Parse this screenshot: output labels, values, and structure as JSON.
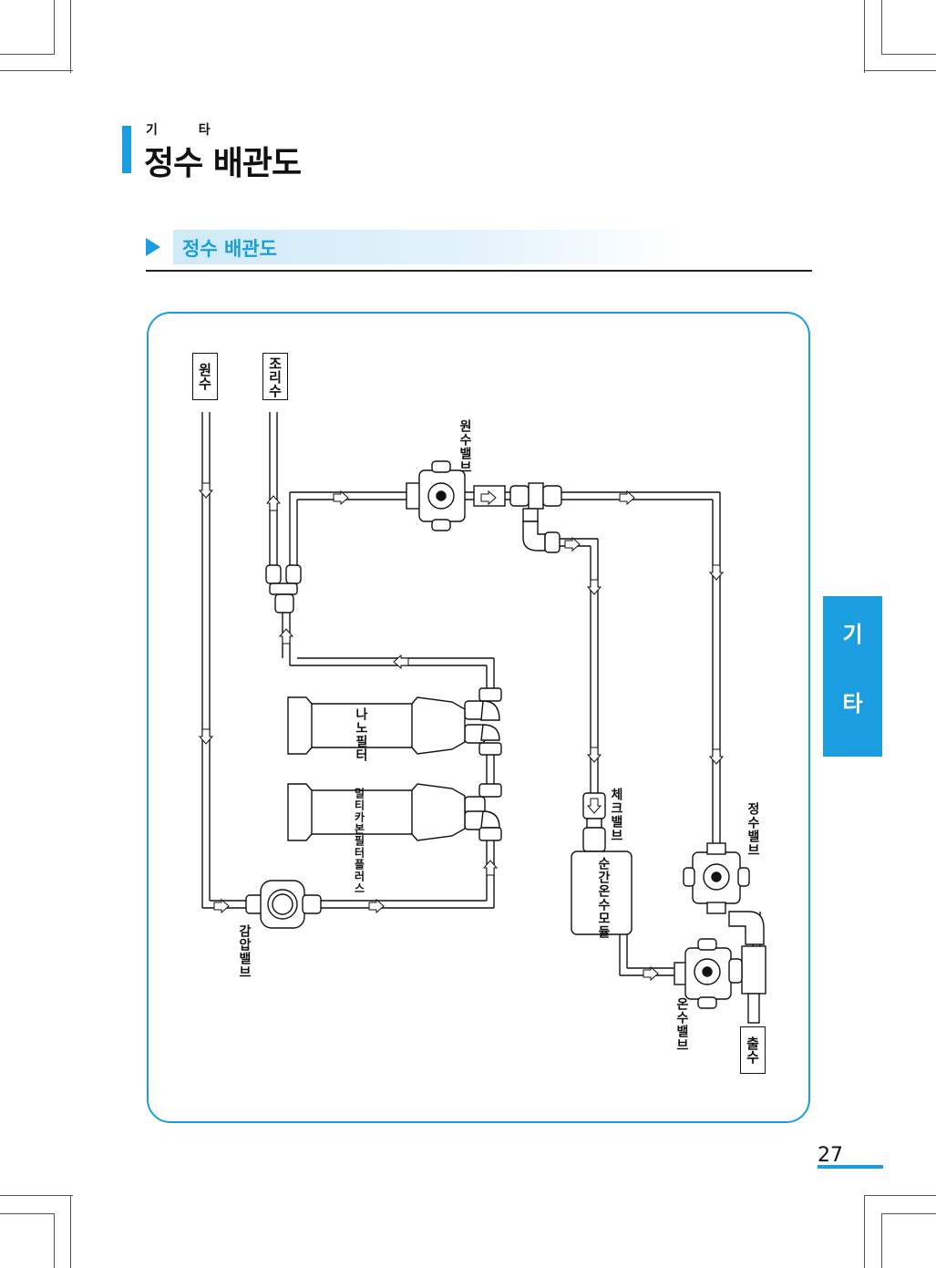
{
  "header": {
    "section_label": "기 타",
    "title": "정수 배관도"
  },
  "subheading": {
    "title": "정수 배관도"
  },
  "diagram": {
    "inlet_label": "원수",
    "cooking_water_label": "조리수",
    "outlet_label": "출수",
    "raw_valve_label": "원수밸브",
    "purified_valve_label": "정수밸브",
    "hot_valve_label": "온수밸브",
    "check_valve_label": "체크밸브",
    "heater_label": "순간온수모듈",
    "pressure_valve_label": "감압밸브",
    "filter_nano_label": "나노필터",
    "filter_multi_label": "멀티카본필터플러스"
  },
  "side_tab": {
    "char1": "기",
    "char2": "타"
  },
  "page_number": "27",
  "colors": {
    "accent": "#1a9ee0"
  }
}
